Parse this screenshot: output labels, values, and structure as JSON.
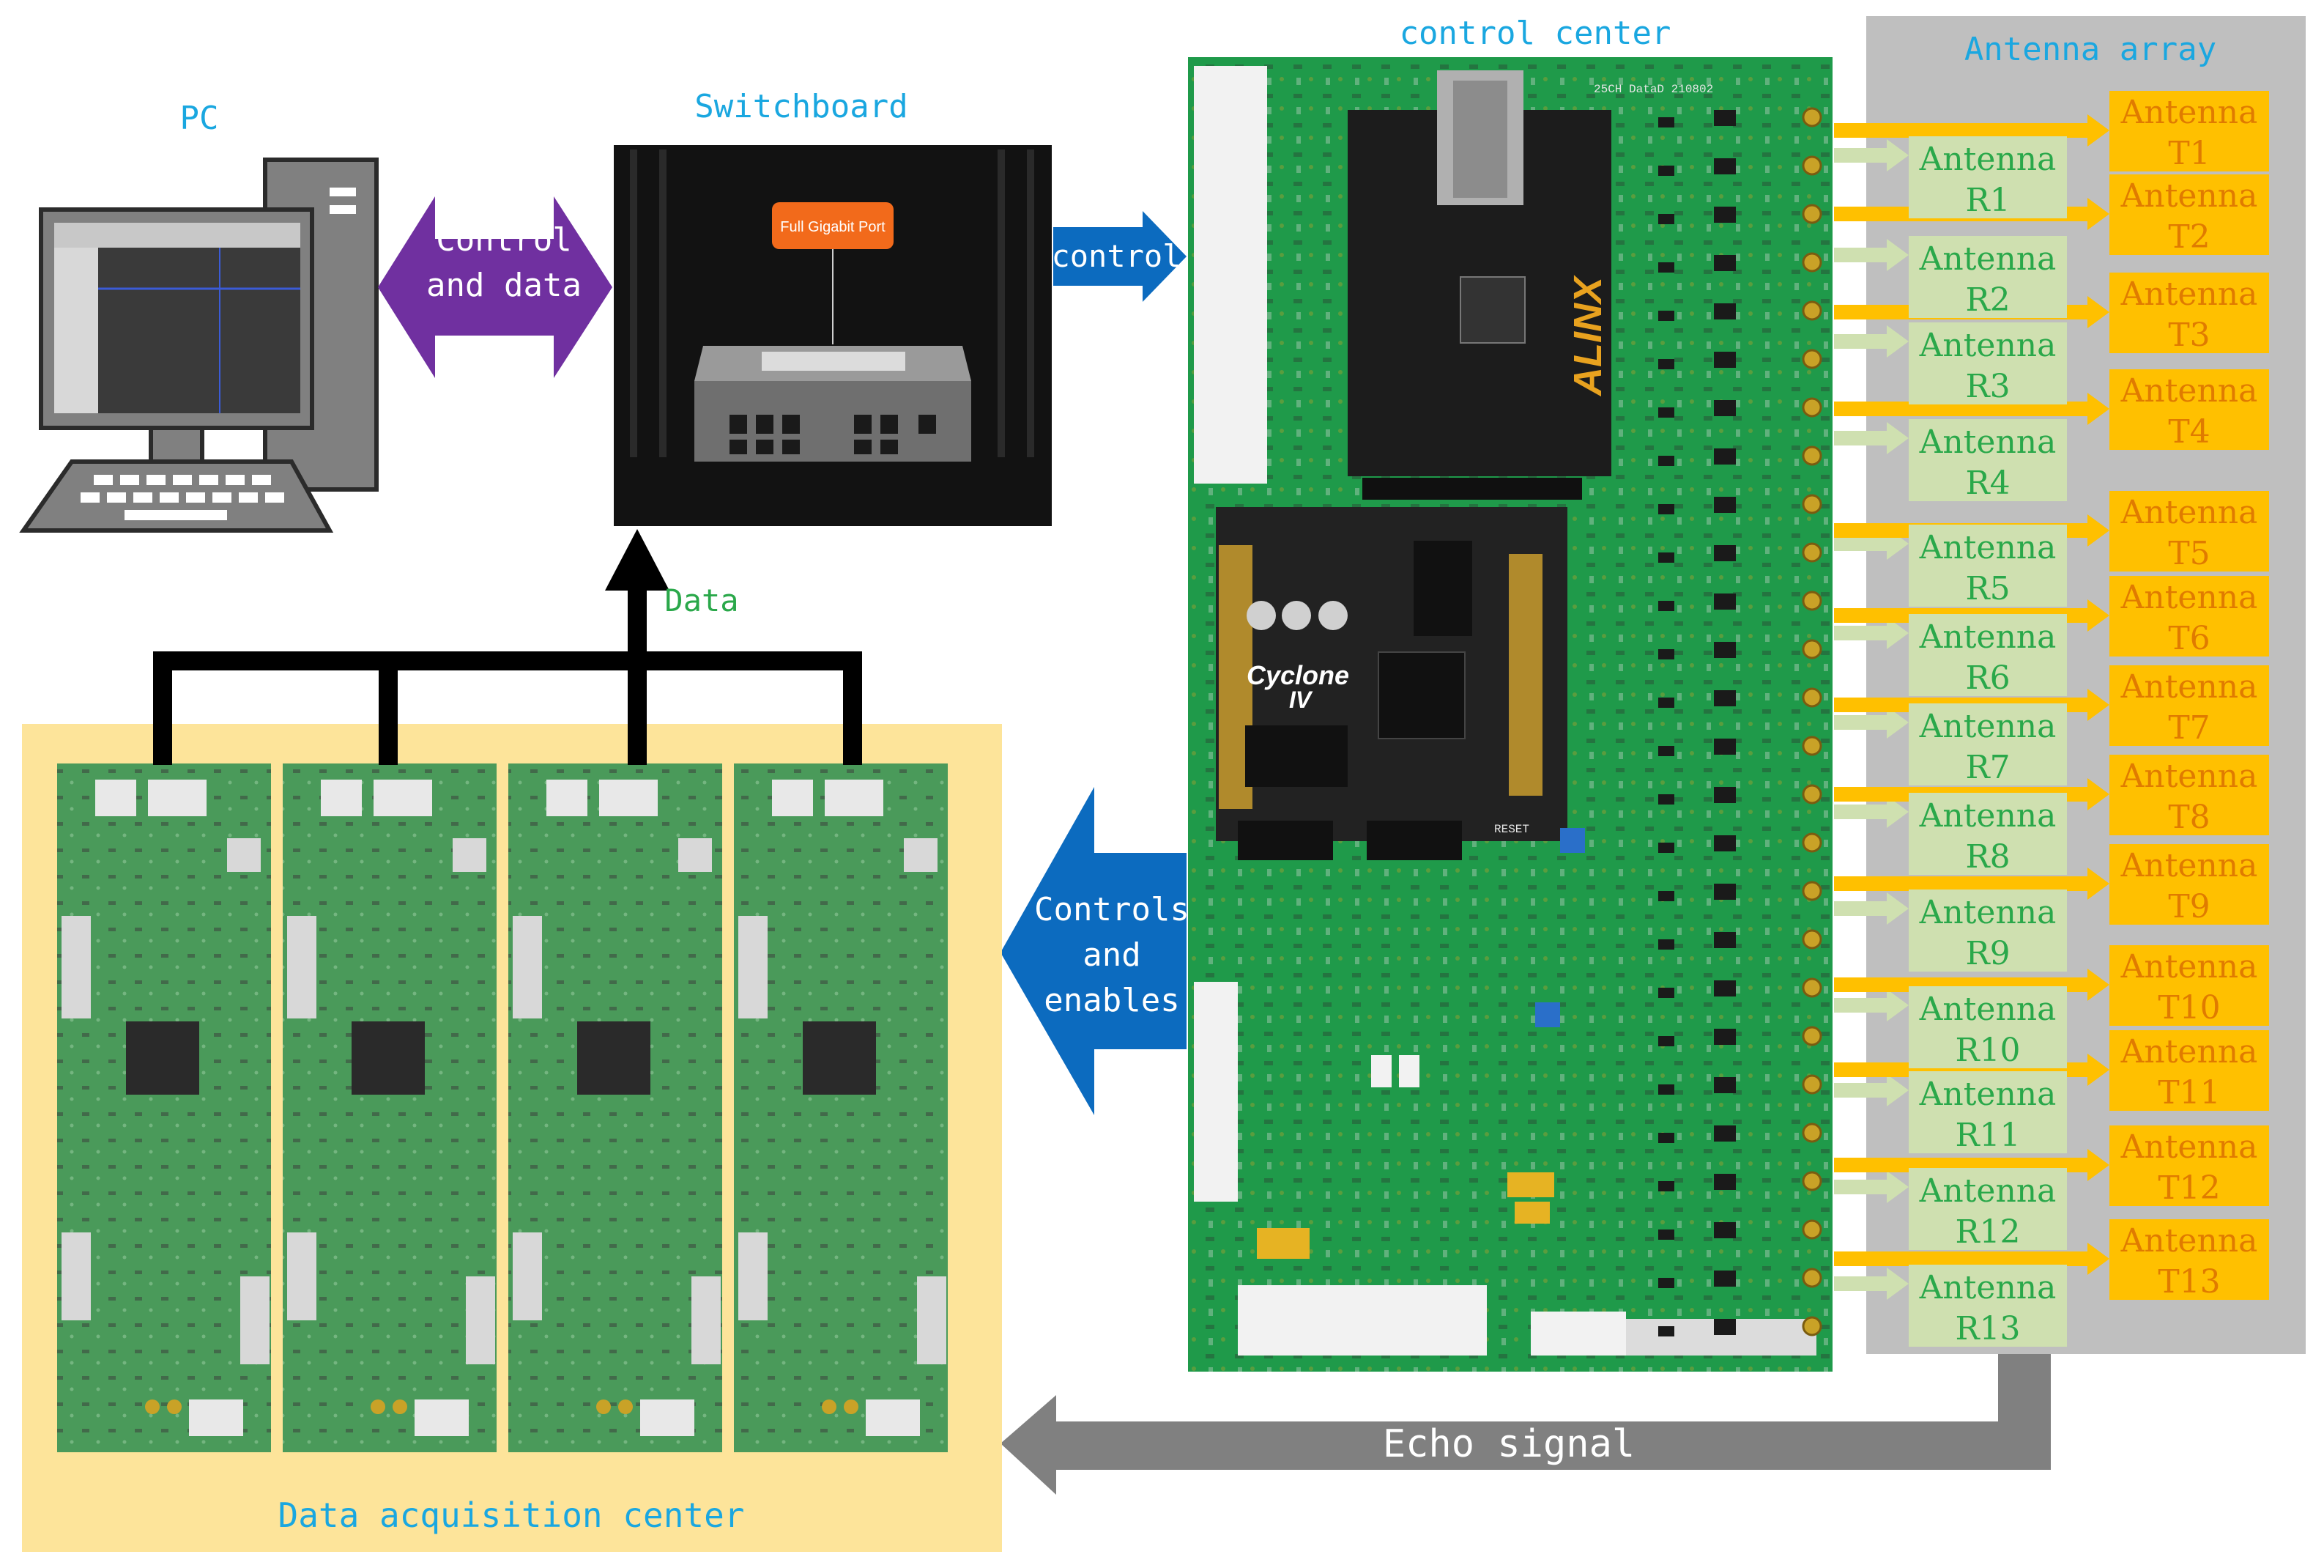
{
  "labels": {
    "pc": "PC",
    "switchboard": "Switchboard",
    "control_center": "control center",
    "antenna_array": "Antenna array",
    "control_and_data_line1": "Control",
    "control_and_data_line2": "and data",
    "control": "control",
    "data": "Data",
    "controls_enables_line1": "Controls",
    "controls_enables_line2": "and",
    "controls_enables_line3": "enables",
    "echo_signal": "Echo signal",
    "data_acquisition_center": "Data acquisition center",
    "switch_port_label": "Full Gigabit Port",
    "board_brand": "ALINX",
    "board_chip_line1": "Cyclone",
    "board_chip_line2": "IV",
    "board_silkscreen": "25CH DataD 210802",
    "board_reset": "RESET"
  },
  "antennas": {
    "word": "Antenna",
    "receivers": [
      "R1",
      "R2",
      "R3",
      "R4",
      "R5",
      "R6",
      "R7",
      "R8",
      "R9",
      "R10",
      "R11",
      "R12",
      "R13"
    ],
    "transmitters": [
      "T1",
      "T2",
      "T3",
      "T4",
      "T5",
      "T6",
      "T7",
      "T8",
      "T9",
      "T10",
      "T11",
      "T12",
      "T13"
    ]
  },
  "colors": {
    "title_text": "#1aa7e0",
    "data_text": "#2aa84a",
    "purple_arrow": "#7030a0",
    "blue_arrow": "#0c6bbf",
    "gray_arrow": "#808080",
    "antenna_panel": "#bfbfbf",
    "receiver_box": "#cfe0b0",
    "transmitter_box": "#ffc000",
    "daq_panel": "#fde49a",
    "pcb_green": "#1f9a4a"
  }
}
